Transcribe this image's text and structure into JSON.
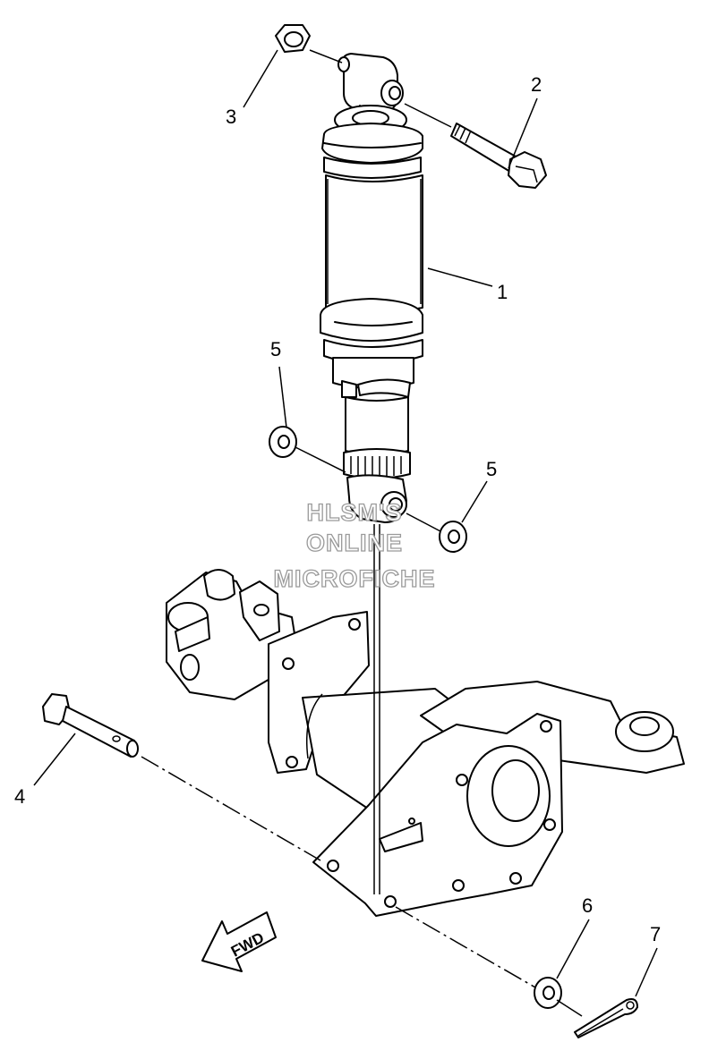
{
  "callouts": [
    {
      "id": "shock",
      "label": "1"
    },
    {
      "id": "bolt-upper",
      "label": "2"
    },
    {
      "id": "nut-upper",
      "label": "3"
    },
    {
      "id": "pin-lower",
      "label": "4"
    },
    {
      "id": "washer-left",
      "label": "5"
    },
    {
      "id": "washer-right",
      "label": "5"
    },
    {
      "id": "washer-pin",
      "label": "6"
    },
    {
      "id": "cotter-pin",
      "label": "7"
    }
  ],
  "watermark": [
    "HLSM'S",
    "ONLINE",
    "MICROFICHE"
  ],
  "direction_arrow": {
    "label": "FWD",
    "icon": "fwd-arrow-icon"
  }
}
